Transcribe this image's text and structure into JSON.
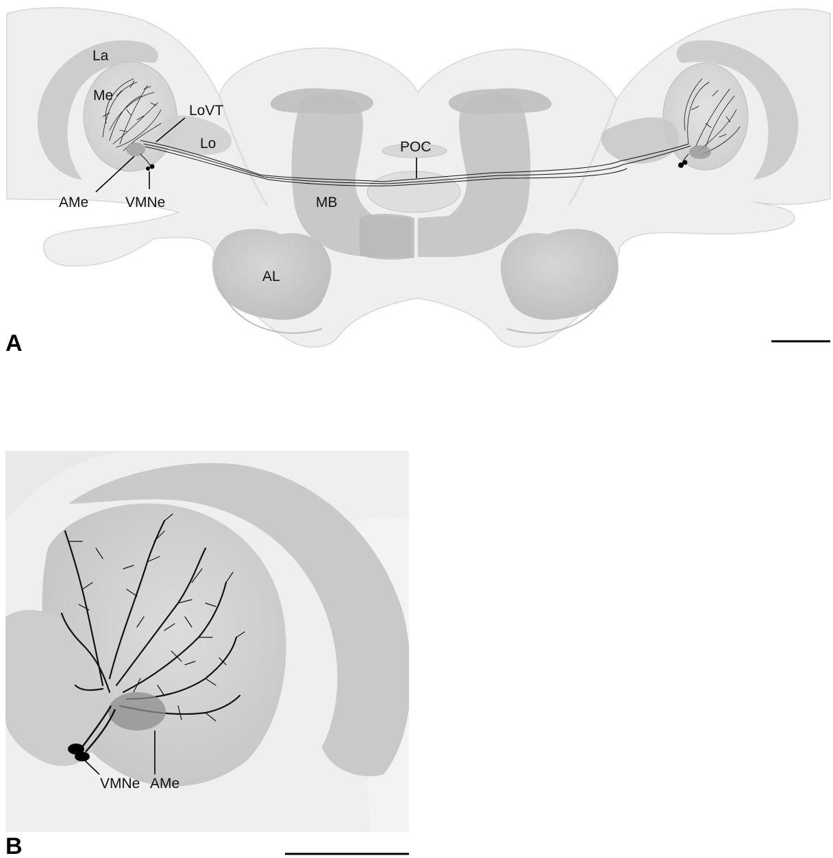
{
  "panels": {
    "a": {
      "letter": "A",
      "labels": {
        "la": "La",
        "me": "Me",
        "lovt": "LoVT",
        "lo": "Lo",
        "poc": "POC",
        "ame": "AMe",
        "vmne": "VMNe",
        "mb": "MB",
        "al": "AL"
      }
    },
    "b": {
      "letter": "B",
      "labels": {
        "vmne": "VMNe",
        "ame": "AMe"
      }
    }
  },
  "colors": {
    "brain_surface": "#efefef",
    "neuropil": "#c9c9c9",
    "neuropil_dark": "#b3b3b3",
    "neuron": "#111111"
  }
}
